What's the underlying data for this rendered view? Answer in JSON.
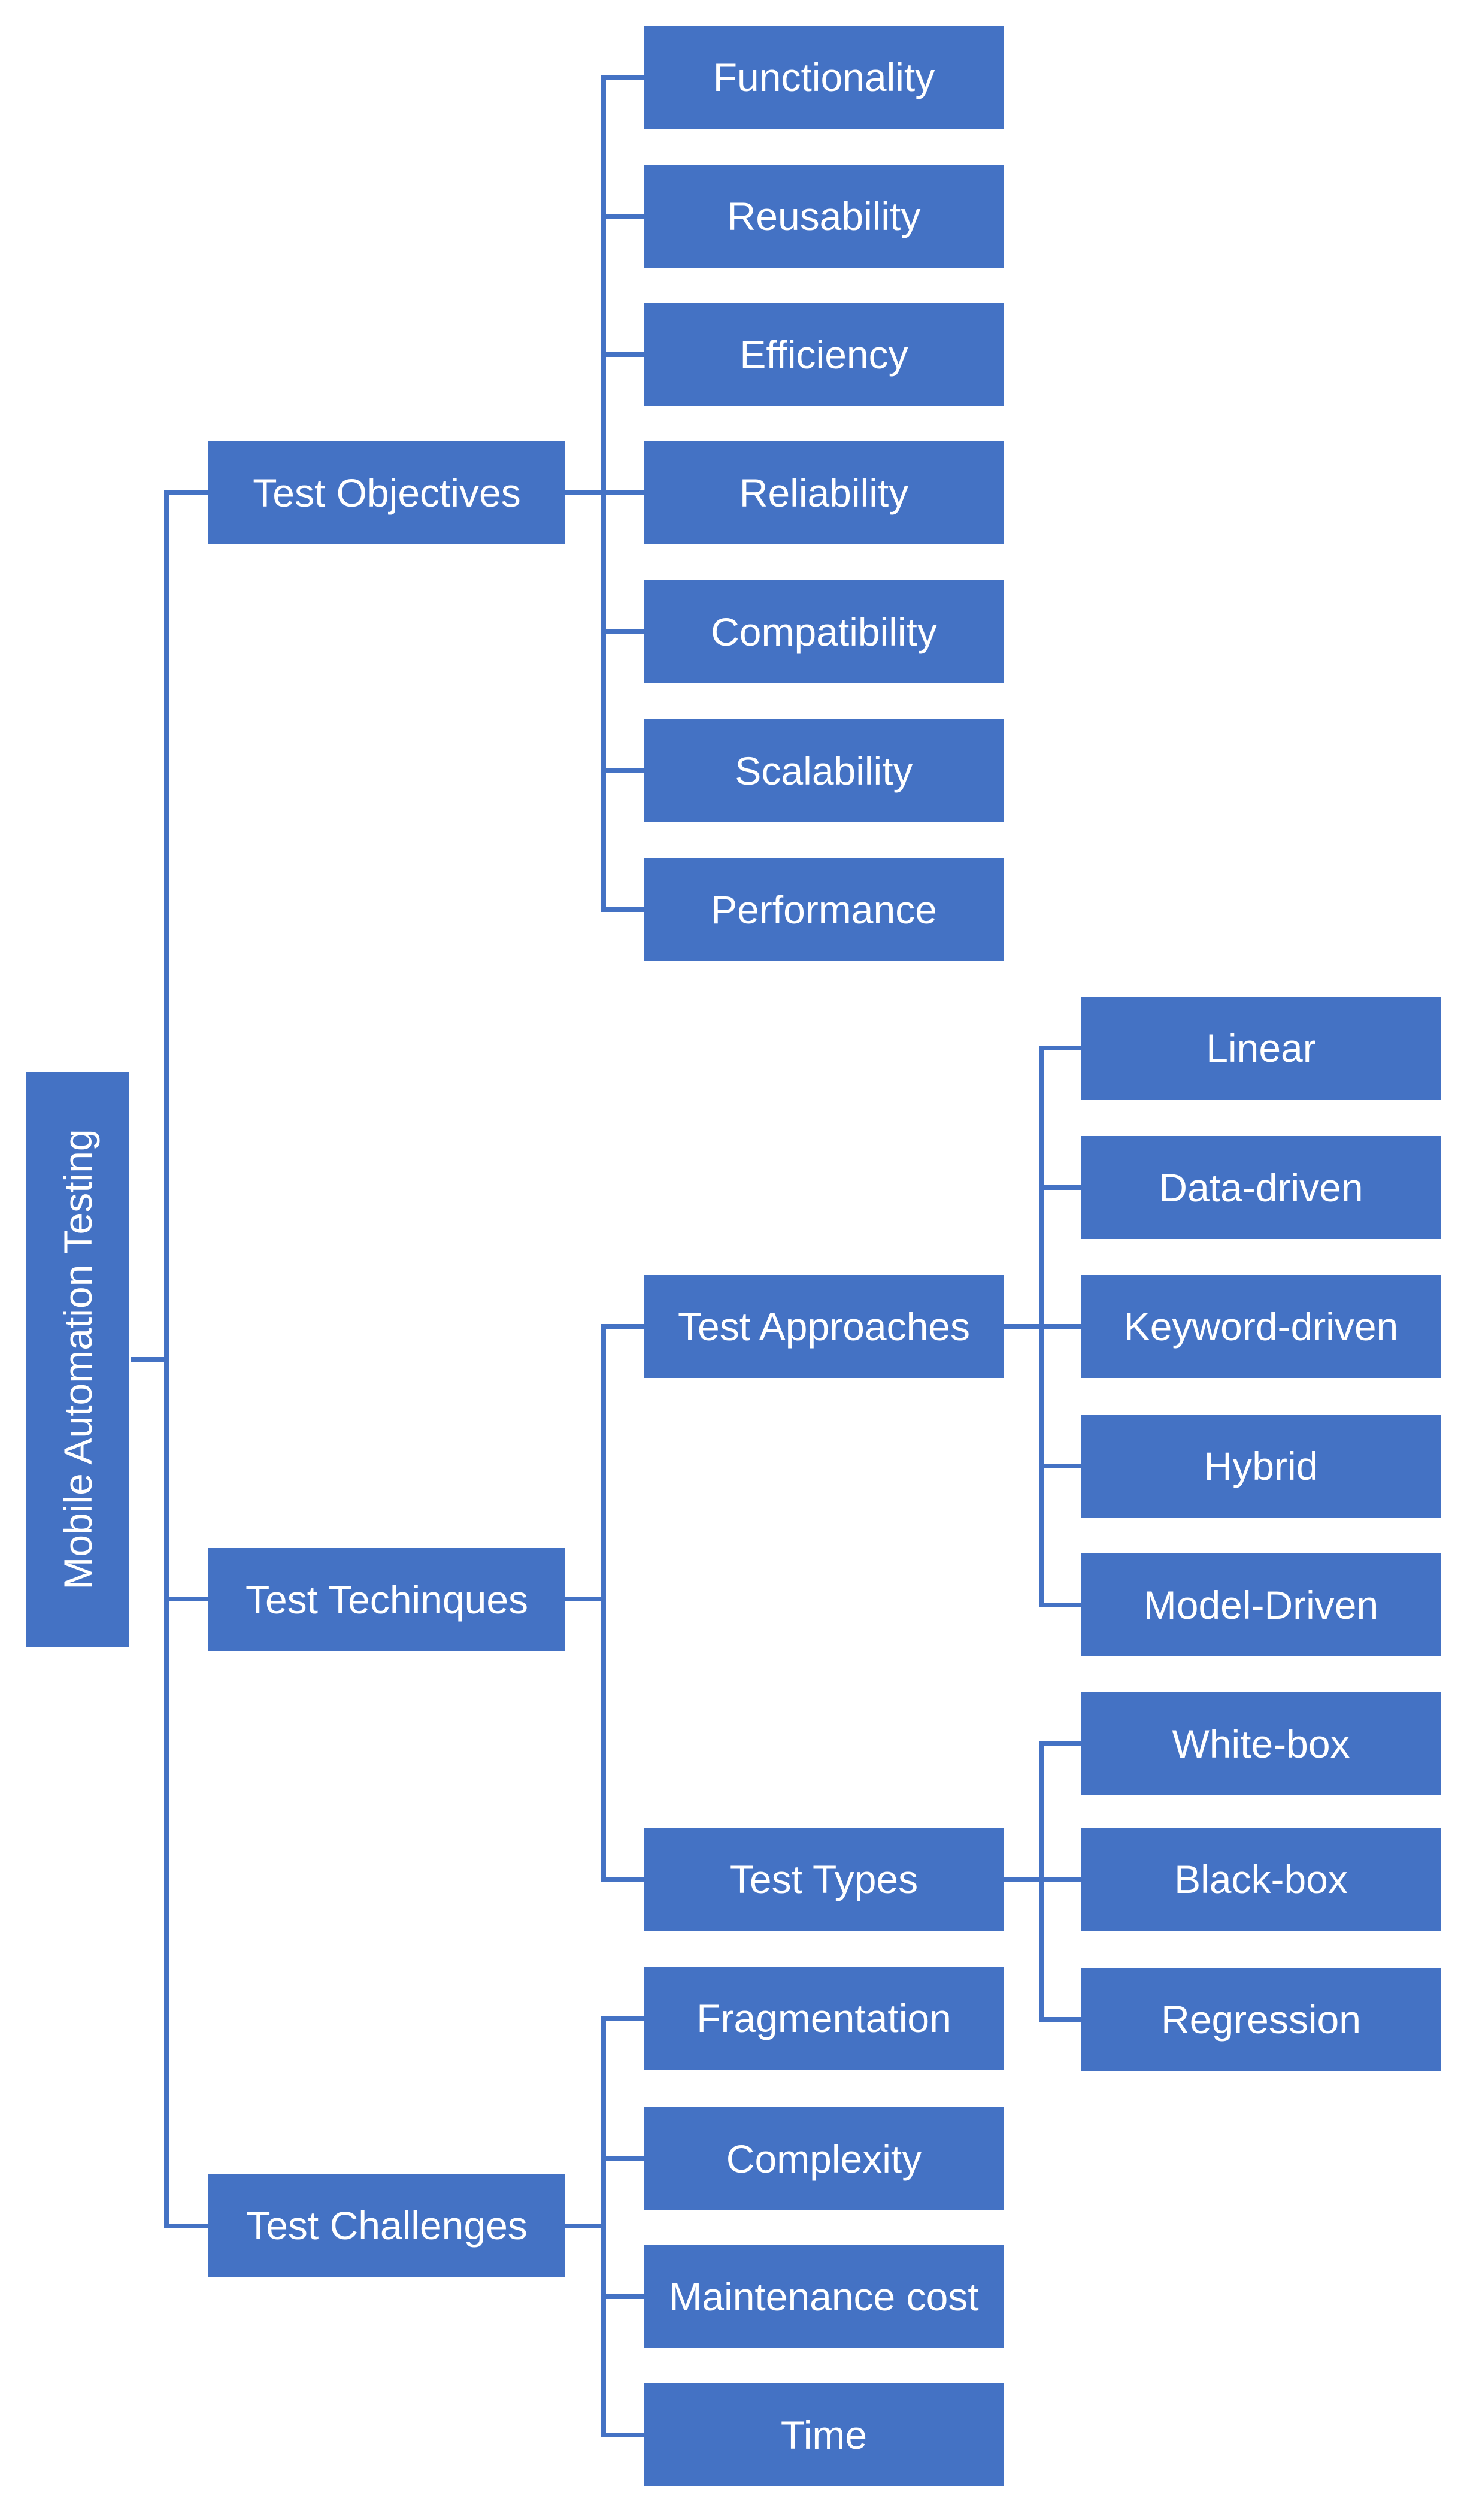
{
  "diagram": {
    "root": "Mobile Automation Testing",
    "categories": [
      "Test Objectives",
      "Test Techinques",
      "Test Challenges"
    ],
    "objectives": [
      "Functionality",
      "Reusability",
      "Efficiency",
      "Reliability",
      "Compatibility",
      "Scalability",
      "Performance"
    ],
    "techniques": [
      "Test Approaches",
      "Test Types"
    ],
    "approaches": [
      "Linear",
      "Data-driven",
      "Keyword-driven",
      "Hybrid",
      "Model-Driven"
    ],
    "types": [
      "White-box",
      "Black-box",
      "Regression"
    ],
    "challenges": [
      "Fragmentation",
      "Complexity",
      "Maintenance cost",
      "Time"
    ]
  },
  "colors": {
    "box": "#4472C4",
    "connector": "#4472C4",
    "text": "#ffffff"
  }
}
